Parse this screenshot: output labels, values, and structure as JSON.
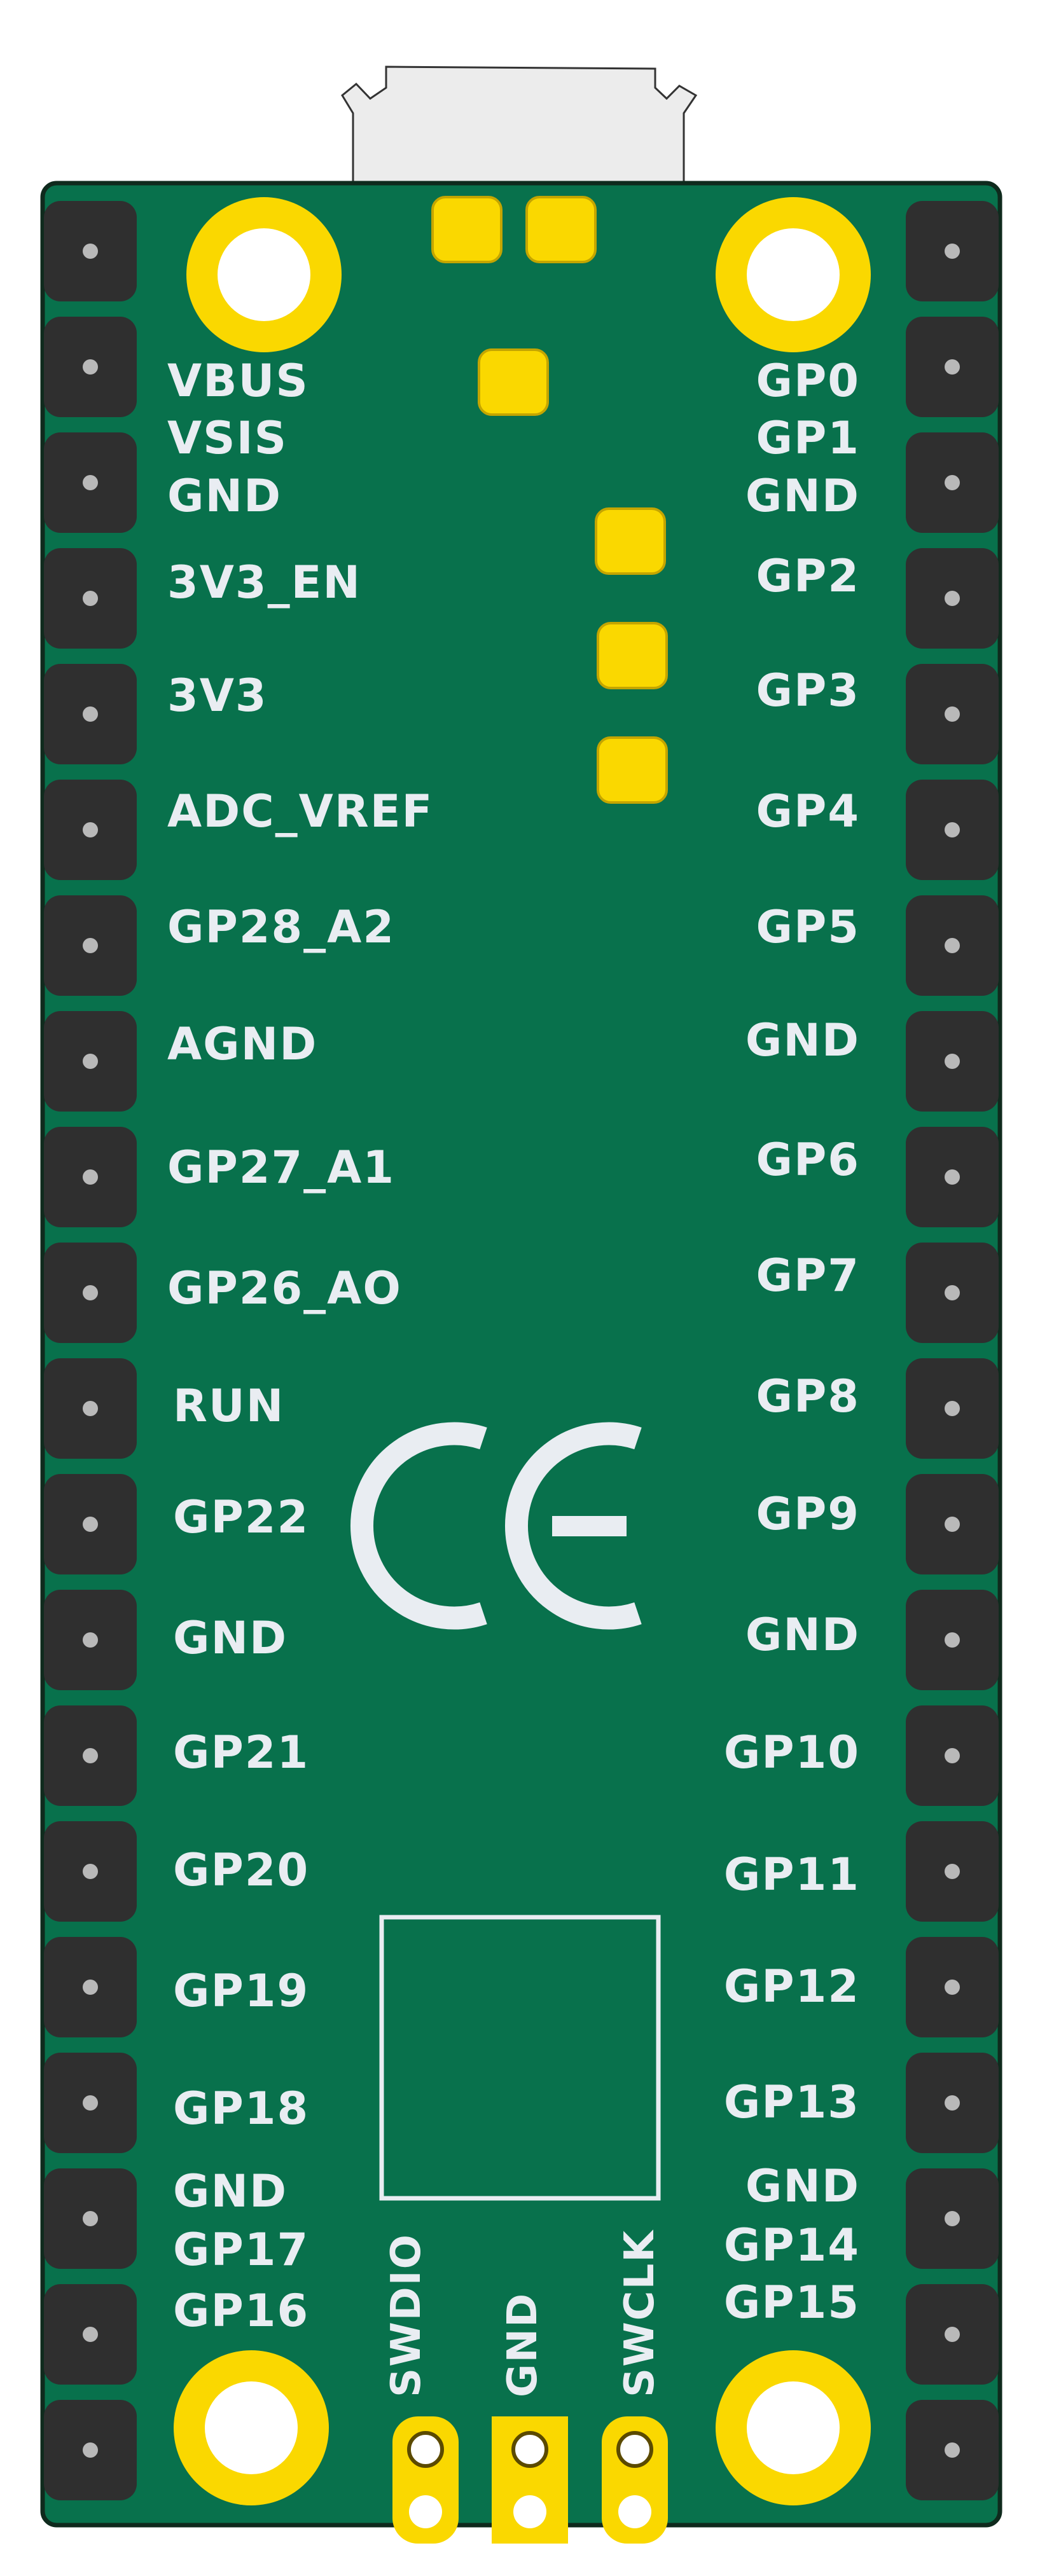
{
  "board": {
    "colors": {
      "pcb": "#08714c",
      "outline": "#0f2a1d",
      "pin_body": "#2f2f2f",
      "pin_dot": "#b9b9b9",
      "pad": "#fad800",
      "pad_stroke": "#c4a500",
      "label": "#e9edf2",
      "usb": "#ececec"
    },
    "left_pins": [
      {
        "label": "VBUS"
      },
      {
        "label": "VSIS"
      },
      {
        "label": "GND"
      },
      {
        "label": "3V3_EN"
      },
      {
        "label": "3V3"
      },
      {
        "label": "ADC_VREF"
      },
      {
        "label": "GP28_A2"
      },
      {
        "label": "AGND"
      },
      {
        "label": "GP27_A1"
      },
      {
        "label": "GP26_AO"
      },
      {
        "label": "RUN"
      },
      {
        "label": "GP22"
      },
      {
        "label": "GND"
      },
      {
        "label": "GP21"
      },
      {
        "label": "GP20"
      },
      {
        "label": "GP19"
      },
      {
        "label": "GP18"
      },
      {
        "label": "GND"
      },
      {
        "label": "GP17"
      },
      {
        "label": "GP16"
      }
    ],
    "right_pins": [
      {
        "label": "GP0"
      },
      {
        "label": "GP1"
      },
      {
        "label": "GND"
      },
      {
        "label": "GP2"
      },
      {
        "label": "GP3"
      },
      {
        "label": "GP4"
      },
      {
        "label": "GP5"
      },
      {
        "label": "GND"
      },
      {
        "label": "GP6"
      },
      {
        "label": "GP7"
      },
      {
        "label": "GP8"
      },
      {
        "label": "GP9"
      },
      {
        "label": "GND"
      },
      {
        "label": "GP10"
      },
      {
        "label": "GP11"
      },
      {
        "label": "GP12"
      },
      {
        "label": "GP13"
      },
      {
        "label": "GND"
      },
      {
        "label": "GP14"
      },
      {
        "label": "GP15"
      }
    ],
    "debug_pins": [
      {
        "label": "SWDIO"
      },
      {
        "label": "GND"
      },
      {
        "label": "SWCLK"
      }
    ],
    "ce_mark": "CE"
  }
}
